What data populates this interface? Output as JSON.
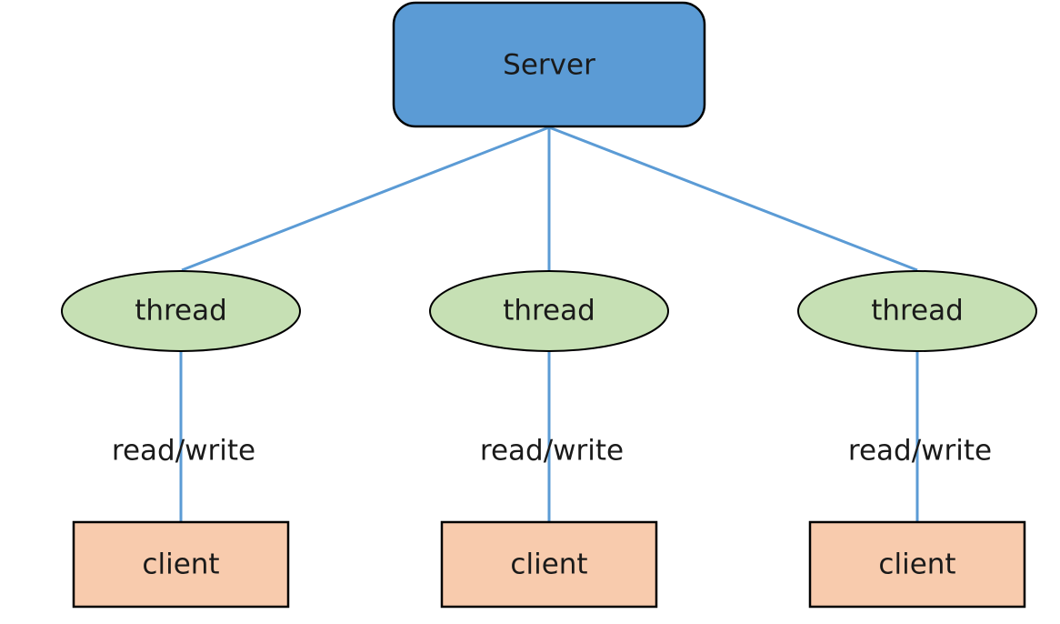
{
  "colors": {
    "server_fill": "#5b9bd5",
    "thread_fill": "#c6e0b4",
    "client_fill": "#f8cbad",
    "connector": "#5b9bd5",
    "outline": "#000000"
  },
  "server": {
    "label": "Server"
  },
  "threads": [
    {
      "label": "thread"
    },
    {
      "label": "thread"
    },
    {
      "label": "thread"
    }
  ],
  "links": [
    {
      "label": "read/write"
    },
    {
      "label": "read/write"
    },
    {
      "label": "read/write"
    }
  ],
  "clients": [
    {
      "label": "client"
    },
    {
      "label": "client"
    },
    {
      "label": "client"
    }
  ]
}
